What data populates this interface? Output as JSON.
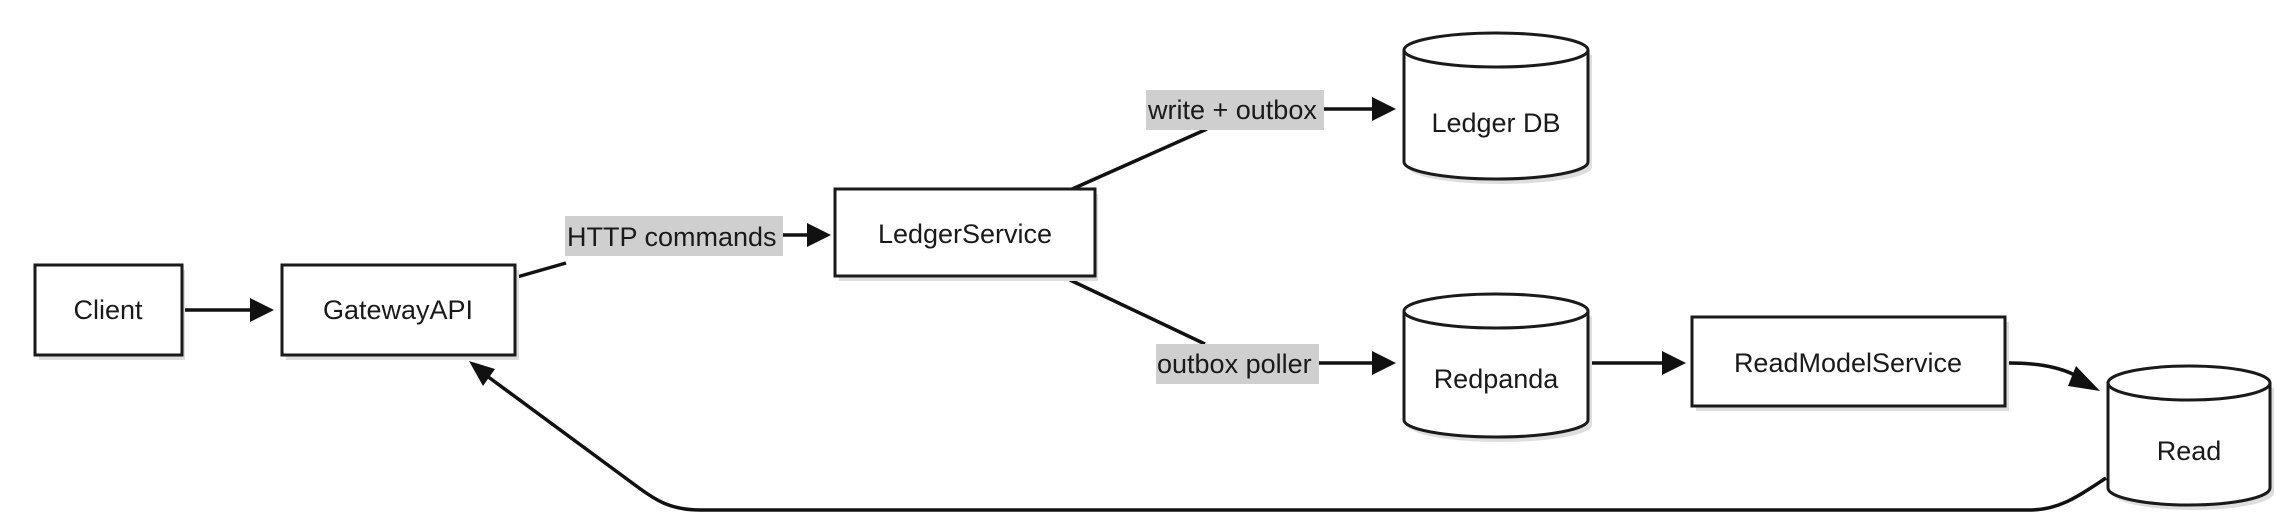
{
  "nodes": {
    "client": "Client",
    "gateway": "GatewayAPI",
    "ledger_service": "LedgerService",
    "ledger_db": "Ledger DB",
    "redpanda": "Redpanda",
    "read_model_service": "ReadModelService",
    "read": "Read"
  },
  "edges": {
    "http_commands": "HTTP commands",
    "write_outbox": "write + outbox",
    "outbox_poller": "outbox poller"
  },
  "colors": {
    "stroke": "#1a1a1a",
    "label_background": "#cfcfcf"
  }
}
